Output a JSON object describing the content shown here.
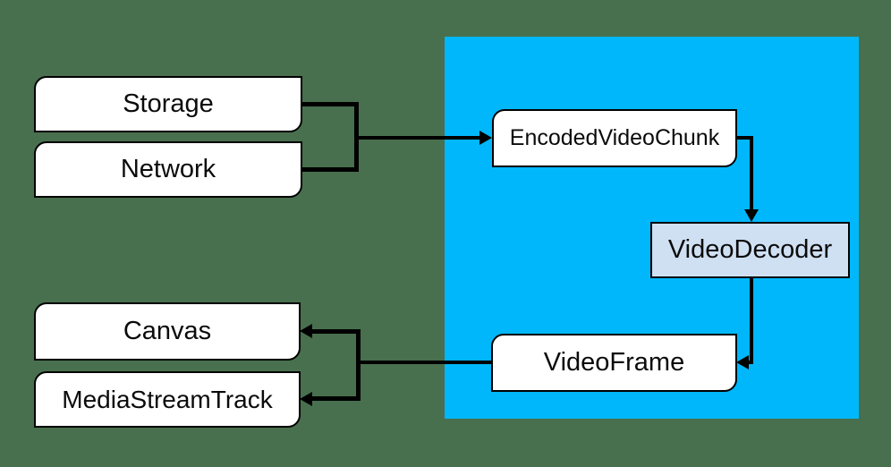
{
  "diagram": {
    "colors": {
      "bg": "#48704e",
      "region": "#00b7fb",
      "node_fill": "#ffffff",
      "decoder_fill": "#cfe0f2",
      "line": "#000000"
    },
    "nodes": {
      "storage": {
        "label": "Storage"
      },
      "network": {
        "label": "Network"
      },
      "canvas": {
        "label": "Canvas"
      },
      "media_stream_track": {
        "label": "MediaStreamTrack"
      },
      "encoded_video_chunk": {
        "label": "EncodedVideoChunk"
      },
      "video_decoder": {
        "label": "VideoDecoder"
      },
      "video_frame": {
        "label": "VideoFrame"
      }
    }
  }
}
